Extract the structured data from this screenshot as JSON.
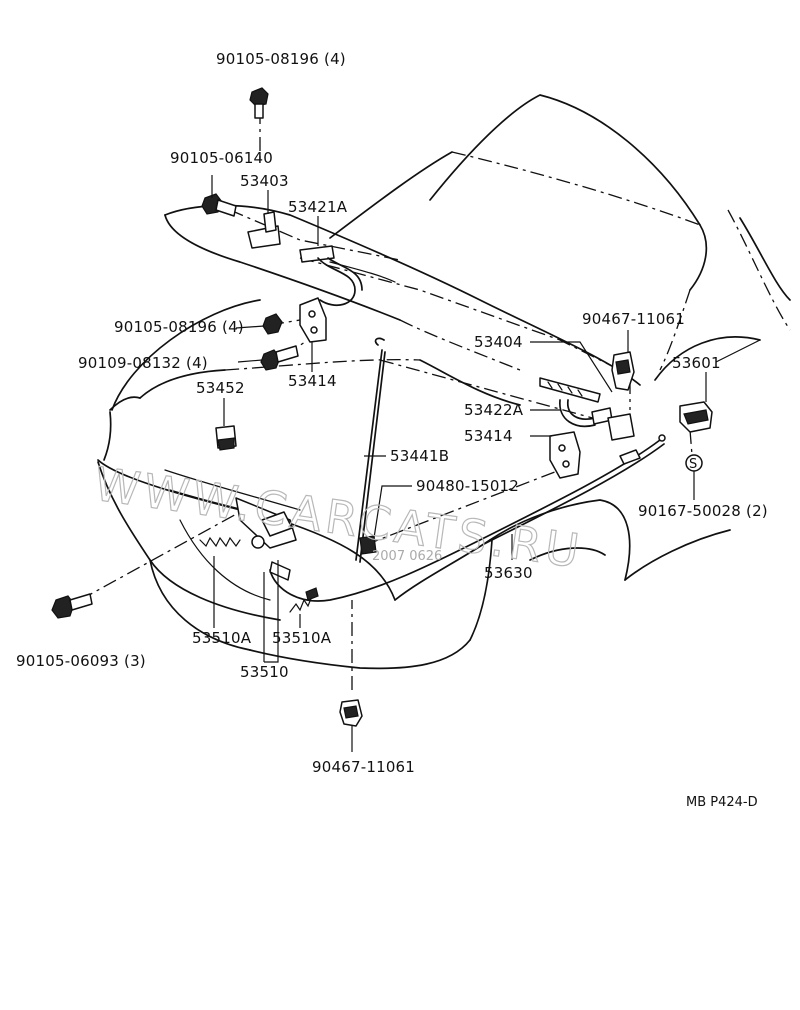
{
  "diagram": {
    "labels": {
      "bolt_top": "90105-08196 (4)",
      "bolt_hinge_upper": "90105-06140",
      "hinge_bracket_left": "53403",
      "hinge_left": "53421A",
      "bolt_hinge_mid": "90105-08196 (4)",
      "bolt_body": "90109-08132 (4)",
      "hinge_body_left": "53414",
      "bumper_cushion": "53452",
      "hinge_bracket_right": "53404",
      "clip_right_top": "90467-11061",
      "release_lever": "53601",
      "hinge_right": "53422A",
      "hinge_body_right": "53414",
      "support_rod": "53441B",
      "rod_holder": "90480-15012",
      "screw_right": "90167-50028 (2)",
      "release_cable": "53630",
      "bolt_lock": "90105-06093 (3)",
      "spring_left": "53510A",
      "spring_right": "53510A",
      "lock_assy": "53510",
      "clip_bottom": "90467-11061"
    },
    "watermark": "WWW.CARCATS.RU",
    "faint_code": "2007 0626",
    "page_code": "MB  P424-D"
  }
}
